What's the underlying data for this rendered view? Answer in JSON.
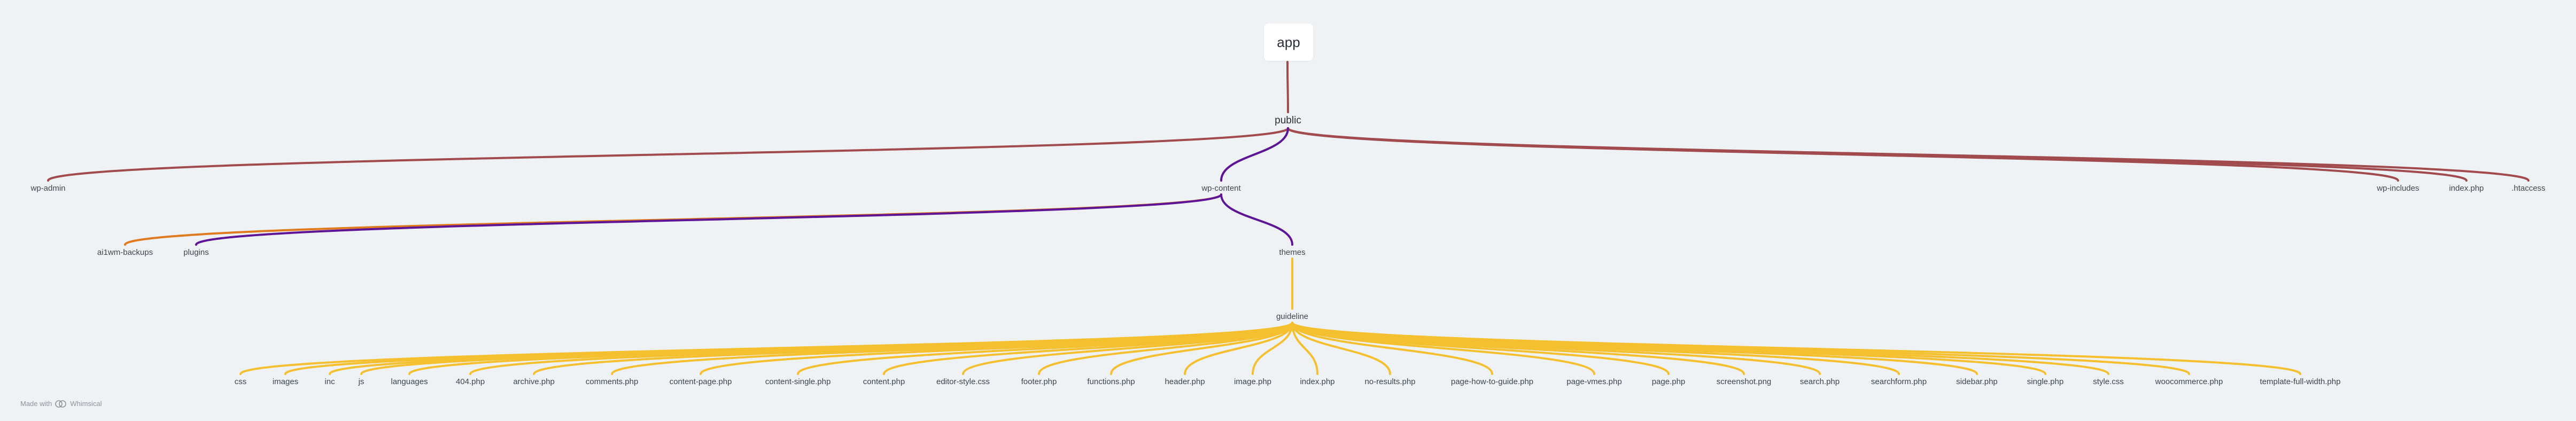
{
  "diagram": {
    "root": "app",
    "colors": {
      "background": "#eff2f5",
      "app_branch": "#a14b4e",
      "wp_content_branch": "#5e1496",
      "ai1wm_branch": "#e07a1f",
      "themes_branch": "#f5c030"
    },
    "nodes": {
      "public": "public",
      "wp_admin": "wp-admin",
      "wp_content": "wp-content",
      "wp_includes": "wp-includes",
      "index_php": "index.php",
      "htaccess": ".htaccess",
      "ai1wm_backups": "ai1wm-backups",
      "plugins": "plugins",
      "themes": "themes",
      "guideline": "guideline"
    },
    "guideline_children": [
      "css",
      "images",
      "inc",
      "js",
      "languages",
      "404.php",
      "archive.php",
      "comments.php",
      "content-page.php",
      "content-single.php",
      "content.php",
      "editor-style.css",
      "footer.php",
      "functions.php",
      "header.php",
      "image.php",
      "index.php",
      "no-results.php",
      "page-how-to-guide.php",
      "page-vmes.php",
      "page.php",
      "screenshot.png",
      "search.php",
      "searchform.php",
      "sidebar.php",
      "single.php",
      "style.css",
      "woocommerce.php",
      "template-full-width.php"
    ]
  },
  "footer": {
    "made_with": "Made with",
    "brand": "Whimsical",
    "brand_icon": "whimsical-logo-icon"
  }
}
